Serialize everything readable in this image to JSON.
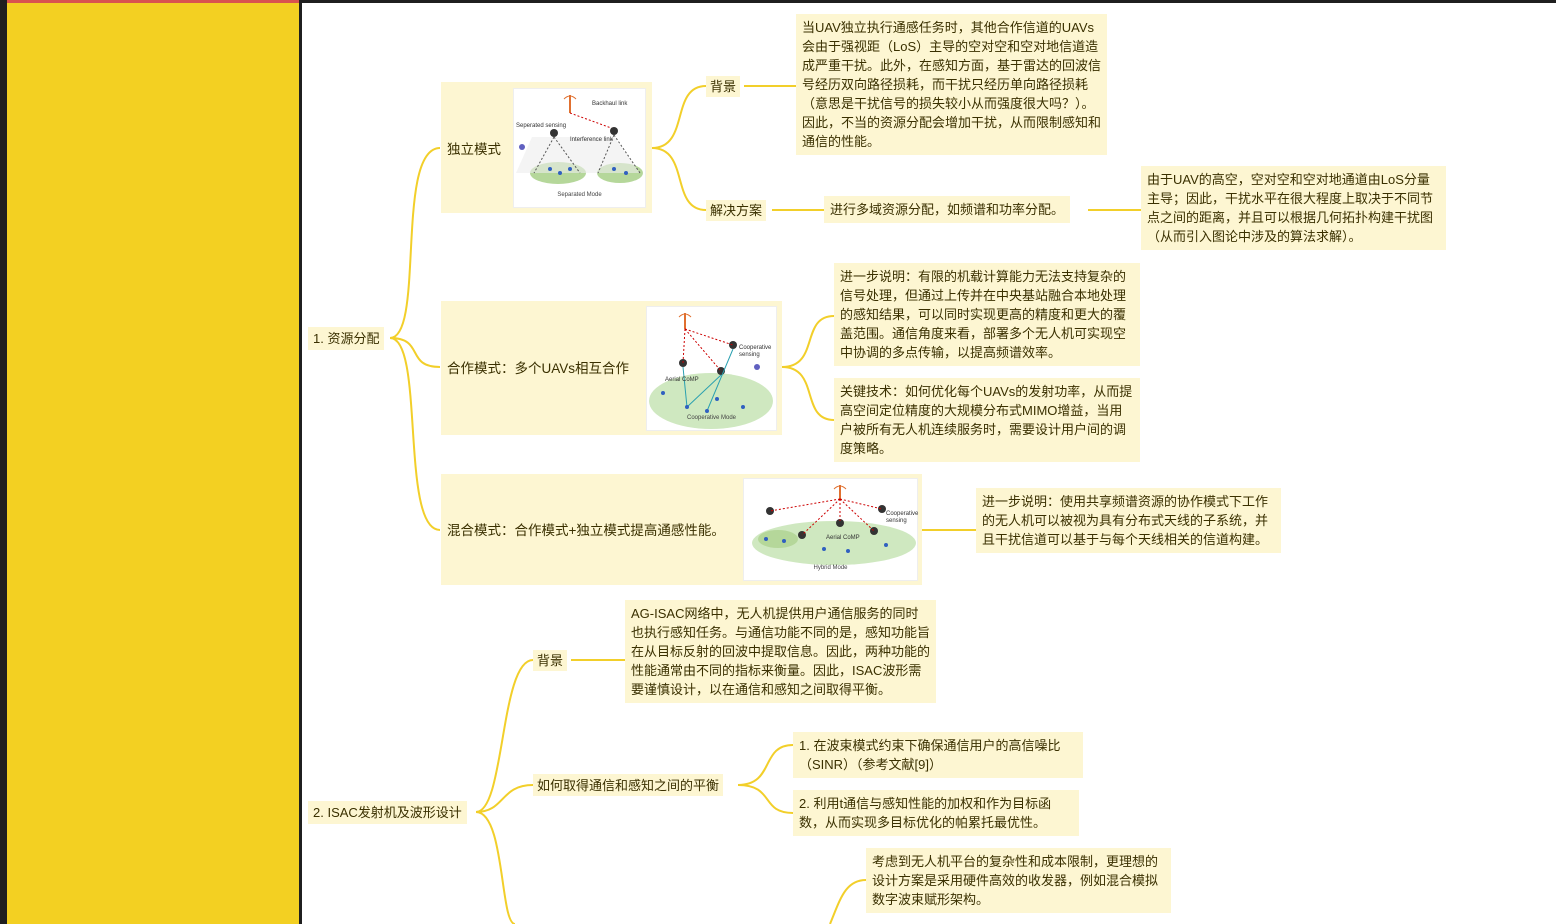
{
  "branches": {
    "resource": {
      "label": "1. 资源分配",
      "independent": {
        "label": "独立模式",
        "figure_caption": "Separated Mode",
        "fig_labels": [
          "Backhaul link",
          "Seperated sensing",
          "Interference link"
        ],
        "background_label": "背景",
        "background_text": "当UAV独立执行通感任务时，其他合作信道的UAVs会由于强视距（LoS）主导的空对空和空对地信道造成严重干扰。此外，在感知方面，基于雷达的回波信号经历双向路径损耗，而干扰只经历单向路径损耗（意思是干扰信号的损失较小从而强度很大吗？）。因此，不当的资源分配会增加干扰，从而限制感知和通信的性能。",
        "solution_label": "解决方案",
        "solution_text": "进行多域资源分配，如频谱和功率分配。",
        "solution_detail": "由于UAV的高空，空对空和空对地通道由LoS分量主导；因此，干扰水平在很大程度上取决于不同节点之间的距离，并且可以根据几何拓扑构建干扰图（从而引入图论中涉及的算法求解）。"
      },
      "cooperative": {
        "label": "合作模式：多个UAVs相互合作",
        "figure_caption": "Cooperative Mode",
        "fig_labels": [
          "Cooperative sensing",
          "Aerial CoMP"
        ],
        "note1": "进一步说明：有限的机载计算能力无法支持复杂的信号处理，但通过上传并在中央基站融合本地处理的感知结果，可以同时实现更高的精度和更大的覆盖范围。通信角度来看，部署多个无人机可实现空中协调的多点传输，以提高频谱效率。",
        "note2": "关键技术：如何优化每个UAVs的发射功率，从而提高空间定位精度的大规模分布式MIMO增益，当用户被所有无人机连续服务时，需要设计用户间的调度策略。"
      },
      "hybrid": {
        "label": "混合模式：合作模式+独立模式提高通感性能。",
        "figure_caption": "Hybrid Mode",
        "fig_labels": [
          "Cooperative sensing",
          "Aerial CoMP"
        ],
        "note": "进一步说明：使用共享频谱资源的协作模式下工作的无人机可以被视为具有分布式天线的子系统，并且干扰信道可以基于与每个天线相关的信道构建。"
      }
    },
    "isac": {
      "label": "2. ISAC发射机及波形设计",
      "background_label": "背景",
      "background_text": "AG-ISAC网络中，无人机提供用户通信服务的同时也执行感知任务。与通信功能不同的是，感知功能旨在从目标反射的回波中提取信息。因此，两种功能的性能通常由不同的指标来衡量。因此，ISAC波形需要谨慎设计，以在通信和感知之间取得平衡。",
      "balance_label": "如何取得通信和感知之间的平衡",
      "balance_items": [
        "1. 在波束模式约束下确保通信用户的高信噪比（SINR）（参考文献[9]）",
        "2. 利用t通信与感知性能的加权和作为目标函数，从而实现多目标优化的帕累托最优性。"
      ],
      "hardware_text": "考虑到无人机平台的复杂性和成本限制，更理想的设计方案是采用硬件高效的收发器，例如混合模拟数字波束赋形架构。"
    }
  },
  "colors": {
    "line": "#f2cf2a",
    "node_bg": "#fdf6d2",
    "sidebar": "#f3d022"
  }
}
